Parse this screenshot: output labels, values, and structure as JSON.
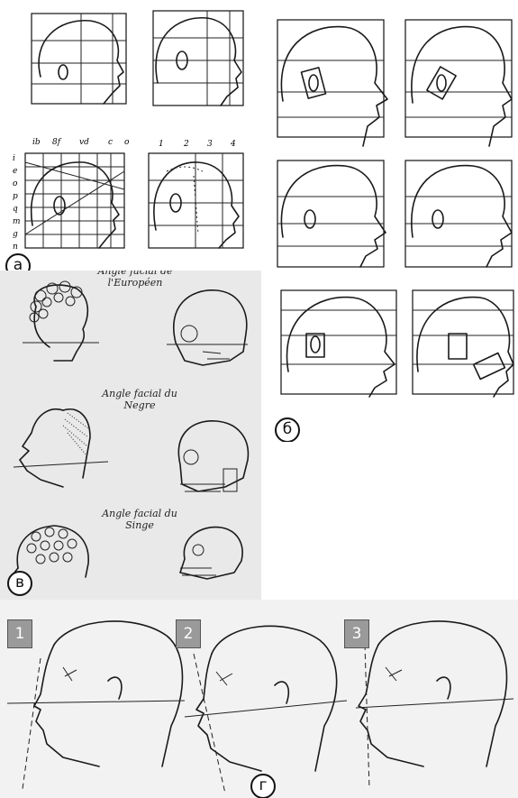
{
  "panels": {
    "a": {
      "badge": "а",
      "top_letters": [
        "ib",
        "8f",
        "vd",
        "c",
        "o"
      ],
      "top_numbers": [
        "1",
        "2",
        "3",
        "4"
      ],
      "side_letters": [
        "i",
        "e",
        "o",
        "p",
        "q",
        "m",
        "g",
        "n"
      ]
    },
    "b": {
      "badge": "б"
    },
    "v": {
      "badge": "в",
      "captions": [
        "Angle facial de\nl'Européen",
        "Angle facial du\nNegre",
        "Angle facial du\nSinge"
      ]
    },
    "g": {
      "badge": "г",
      "numbers": [
        "1",
        "2",
        "3"
      ]
    }
  }
}
